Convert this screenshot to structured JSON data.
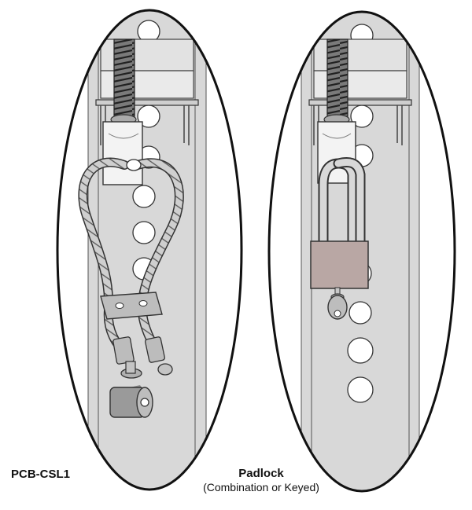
{
  "labels": {
    "left": "PCB-CSL1",
    "right_title": "Padlock",
    "right_subtitle": "(Combination or Keyed)"
  },
  "colors": {
    "outline": "#111111",
    "channel": "#d8d8d8",
    "hole": "#ffffff",
    "cable": "#c8c8c8",
    "stop": "#b8b8b8",
    "lock_body": "#b9a7a4"
  },
  "icons": [
    "cable-lock-icon",
    "padlock-icon",
    "key-icon",
    "threaded-rod-icon"
  ]
}
